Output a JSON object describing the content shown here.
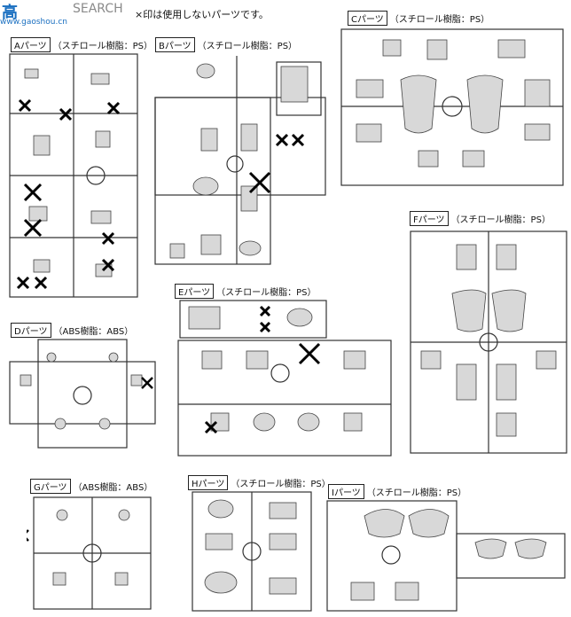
{
  "header": {
    "logo_text": "高",
    "logo_sub": "www.gaoshou.cn",
    "watermark": "SEARCH",
    "note": "×印は使用しないパーツです。"
  },
  "sprues": [
    {
      "key": "A",
      "name": "Aパーツ",
      "material": "（スチロール樹脂：PS）"
    },
    {
      "key": "B",
      "name": "Bパーツ",
      "material": "（スチロール樹脂：PS）"
    },
    {
      "key": "C",
      "name": "Cパーツ",
      "material": "（スチロール樹脂：PS）"
    },
    {
      "key": "D",
      "name": "Dパーツ",
      "material": "（ABS樹脂：ABS）"
    },
    {
      "key": "E",
      "name": "Eパーツ",
      "material": "（スチロール樹脂：PS）"
    },
    {
      "key": "F",
      "name": "Fパーツ",
      "material": "（スチロール樹脂：PS）"
    },
    {
      "key": "G",
      "name": "Gパーツ",
      "material": "（ABS樹脂：ABS）"
    },
    {
      "key": "H",
      "name": "Hパーツ",
      "material": "（スチロール樹脂：PS）"
    },
    {
      "key": "I",
      "name": "Iパーツ",
      "material": "（スチロール樹脂：PS）"
    }
  ]
}
